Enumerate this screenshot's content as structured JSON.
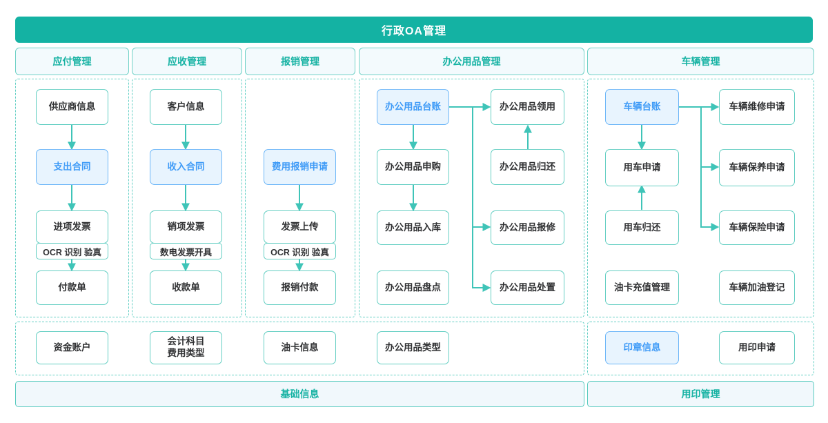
{
  "banner": {
    "title": "行政OA管理"
  },
  "colors": {
    "teal": "#14b2a3",
    "teal_border": "#62cec2",
    "blue_fill": "#e8f4fe",
    "blue_border": "#6cb6f8",
    "blue_text": "#3f9bf7",
    "chip_fill": "#f3fafd",
    "footer_fill": "#f1f8fc",
    "text": "#303133",
    "background": "#ffffff"
  },
  "columns": [
    {
      "id": "payable",
      "header": "应付管理"
    },
    {
      "id": "receivable",
      "header": "应收管理"
    },
    {
      "id": "expense",
      "header": "报销管理"
    },
    {
      "id": "supplies",
      "header": "办公用品管理"
    },
    {
      "id": "vehicle",
      "header": "车辆管理"
    }
  ],
  "payable": {
    "nodes": [
      {
        "label": "供应商信息",
        "style": "plain"
      },
      {
        "label": "支出合同",
        "style": "blue"
      },
      {
        "label": "进项发票",
        "style": "plain",
        "subtag": "OCR 识别 验真"
      },
      {
        "label": "付款单",
        "style": "plain"
      }
    ]
  },
  "receivable": {
    "nodes": [
      {
        "label": "客户信息",
        "style": "plain"
      },
      {
        "label": "收入合同",
        "style": "blue"
      },
      {
        "label": "销项发票",
        "style": "plain",
        "subtag": "数电发票开具"
      },
      {
        "label": "收款单",
        "style": "plain"
      }
    ]
  },
  "expense": {
    "nodes": [
      {
        "label": "费用报销申请",
        "style": "blue"
      },
      {
        "label": "发票上传",
        "style": "plain",
        "subtag": "OCR 识别 验真"
      },
      {
        "label": "报销付款",
        "style": "plain"
      }
    ]
  },
  "supplies": {
    "left_nodes": [
      {
        "label": "办公用品台账",
        "style": "blue"
      },
      {
        "label": "办公用品申购",
        "style": "plain"
      },
      {
        "label": "办公用品入库",
        "style": "plain"
      },
      {
        "label": "办公用品盘点",
        "style": "plain"
      }
    ],
    "right_nodes": [
      {
        "label": "办公用品领用",
        "style": "plain"
      },
      {
        "label": "办公用品归还",
        "style": "plain"
      },
      {
        "label": "办公用品报修",
        "style": "plain"
      },
      {
        "label": "办公用品处置",
        "style": "plain"
      }
    ]
  },
  "vehicle": {
    "left_nodes": [
      {
        "label": "车辆台账",
        "style": "blue"
      },
      {
        "label": "用车申请",
        "style": "plain"
      },
      {
        "label": "用车归还",
        "style": "plain"
      },
      {
        "label": "油卡充值管理",
        "style": "plain"
      }
    ],
    "right_nodes": [
      {
        "label": "车辆维修申请",
        "style": "plain"
      },
      {
        "label": "车辆保养申请",
        "style": "plain"
      },
      {
        "label": "车辆保险申请",
        "style": "plain"
      },
      {
        "label": "车辆加油登记",
        "style": "plain"
      }
    ]
  },
  "basic_info": {
    "footer": "基础信息",
    "nodes": [
      {
        "label": "资金账户",
        "style": "plain"
      },
      {
        "label": "会计科目\n费用类型",
        "style": "plain",
        "line1": "会计科目",
        "line2": "费用类型"
      },
      {
        "label": "油卡信息",
        "style": "plain"
      },
      {
        "label": "办公用品类型",
        "style": "plain"
      }
    ]
  },
  "seal_mgmt": {
    "footer": "用印管理",
    "nodes": [
      {
        "label": "印章信息",
        "style": "blue"
      },
      {
        "label": "用印申请",
        "style": "plain"
      }
    ]
  }
}
